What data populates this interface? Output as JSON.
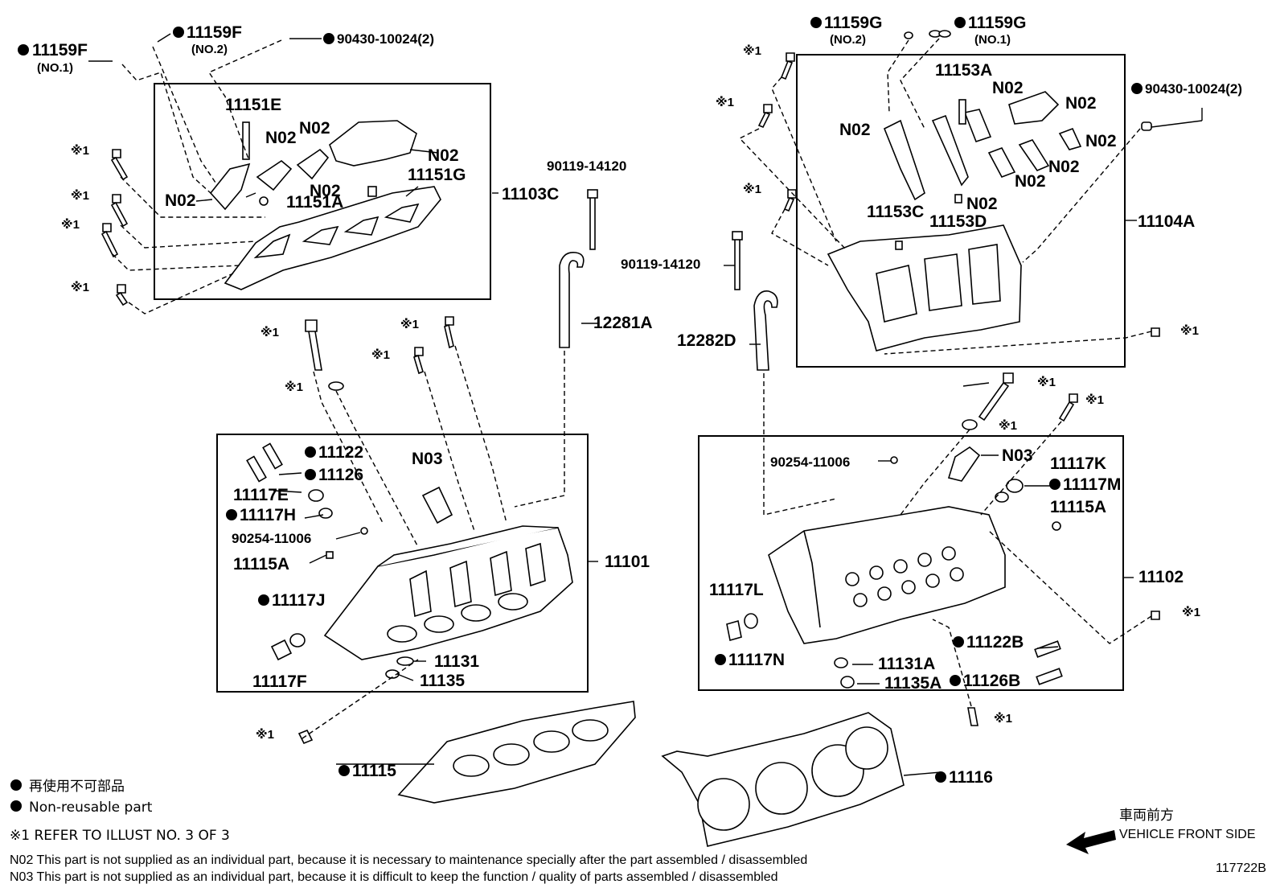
{
  "labels": {
    "p11159F_no1": "11159F",
    "no1_a": "(NO.1)",
    "p11159F_no2": "11159F",
    "no2_a": "(NO.2)",
    "p90430_left": "90430-10024(2)",
    "p11151E": "11151E",
    "p11151A": "11151A",
    "p11151G": "11151G",
    "p11103C": "11103C",
    "p90119_left": "90119-14120",
    "p12281A": "12281A",
    "p11159G_no2": "11159G",
    "no2_b": "(NO.2)",
    "p11159G_no1": "11159G",
    "no1_b": "(NO.1)",
    "p11153A": "11153A",
    "p90430_right": "90430-10024(2)",
    "p11153C": "11153C",
    "p11153D": "11153D",
    "p11104A": "11104A",
    "p90119_right": "90119-14120",
    "p12282D": "12282D",
    "p11122": "11122",
    "p11126": "11126",
    "p11117E": "11117E",
    "p11117H": "11117H",
    "p90254_left": "90254-11006",
    "p11115A_left": "11115A",
    "p11117J": "11117J",
    "p11117F": "11117F",
    "p11131": "11131",
    "p11135": "11135",
    "p11101": "11101",
    "n03": "N03",
    "p90254_right": "90254-11006",
    "p11117K": "11117K",
    "p11117M": "11117M",
    "p11115A_right": "11115A",
    "p11102": "11102",
    "p11117L": "11117L",
    "p11117N": "11117N",
    "p11122B": "11122B",
    "p11131A": "11131A",
    "p11135A": "11135A",
    "p11126B": "11126B",
    "p11115": "11115",
    "p11116": "11116",
    "n02": "N02",
    "ref": "※1"
  },
  "legend": {
    "non_reusable_jp": "再使用不可部品",
    "non_reusable_en": "Non-reusable part",
    "refer": "※1  REFER  TO  ILLUST  NO. 3  OF  3",
    "n02_note": "N02  This part is not supplied as an individual part, because it is necessary to maintenance specially after the part assembled / disassembled",
    "n03_note": "N03  This part is not supplied as an individual part, because it is difficult to keep the function / quality of parts  assembled / disassembled",
    "front_jp": "車両前方",
    "front_en": "VEHICLE FRONT SIDE",
    "illust_no": "117722B"
  },
  "colors": {
    "ink": "#000000",
    "paper": "#ffffff"
  }
}
